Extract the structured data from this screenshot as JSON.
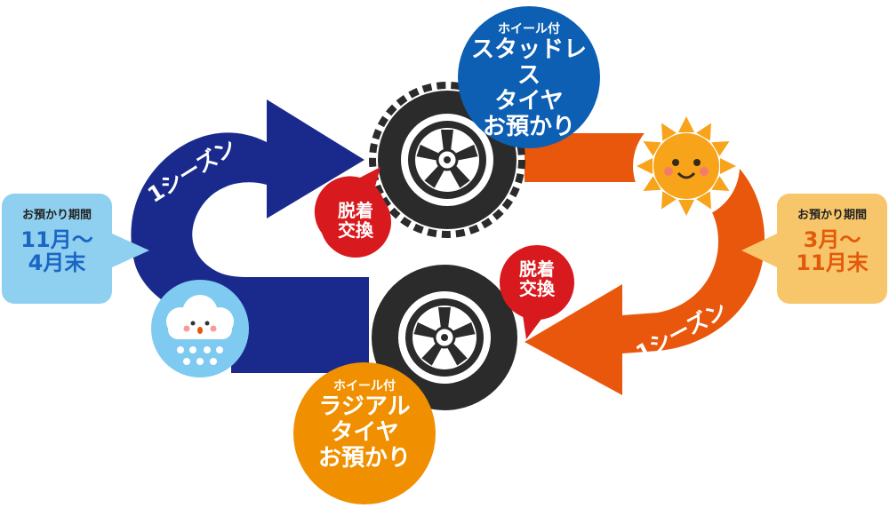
{
  "colors": {
    "winter_arrow": "#1a2a8c",
    "summer_arrow": "#e8570c",
    "tire": "#2b2b2b",
    "wheel": "#ffffff",
    "studless_circle": "#0d5fb3",
    "radial_circle": "#f09000",
    "exchange_bubble": "#d81a1f",
    "winter_box": "#8fd0f1",
    "summer_box": "#f8c66a",
    "sun": "#f7a41b",
    "snow_cloud": "#7fcaf0"
  },
  "studless": {
    "small": "ホイール付",
    "line1": "スタッドレス",
    "line2": "タイヤ",
    "line3": "お預かり"
  },
  "radial": {
    "small": "ホイール付",
    "line1": "ラジアル",
    "line2": "タイヤ",
    "line3": "お預かり"
  },
  "exchange_top": {
    "line1": "脱着",
    "line2": "交換"
  },
  "exchange_bottom": {
    "line1": "脱着",
    "line2": "交換"
  },
  "winter_period": {
    "title": "お預かり期間",
    "line1": "11月〜",
    "line2": "4月末"
  },
  "summer_period": {
    "title": "お預かり期間",
    "line1": "3月〜",
    "line2": "11月末"
  },
  "winter_season_label": "1シーズン",
  "summer_season_label": "1シーズン",
  "icons": {
    "tire": "tire-icon",
    "sun": "sun-icon",
    "snow": "snow-cloud-icon"
  }
}
